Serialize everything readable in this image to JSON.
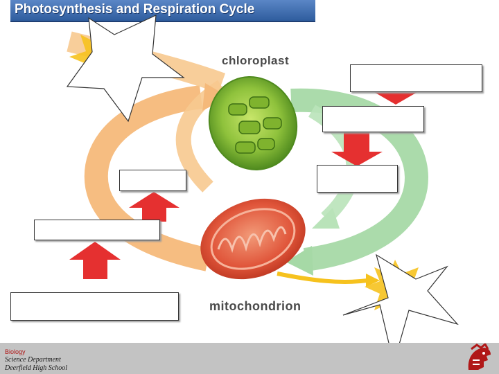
{
  "title": "Photosynthesis and Respiration Cycle",
  "labels": {
    "chloroplast": "chloroplast",
    "mitochondrion": "mitochondrion"
  },
  "footer": {
    "subject": "Biology",
    "department": "Science Department",
    "school": "Deerfield High School"
  },
  "colors": {
    "title_bar": "#3a68ad",
    "orange_cycle": "#f5b97a",
    "green_cycle": "#a6d9a6",
    "red_arrow": "#e53030",
    "sun_yellow": "#f6c21e",
    "footer_bg": "#c3c3c3"
  },
  "icons": [
    "star-icon",
    "red-arrow-icon",
    "sun-icon",
    "spartan-logo-icon"
  ]
}
